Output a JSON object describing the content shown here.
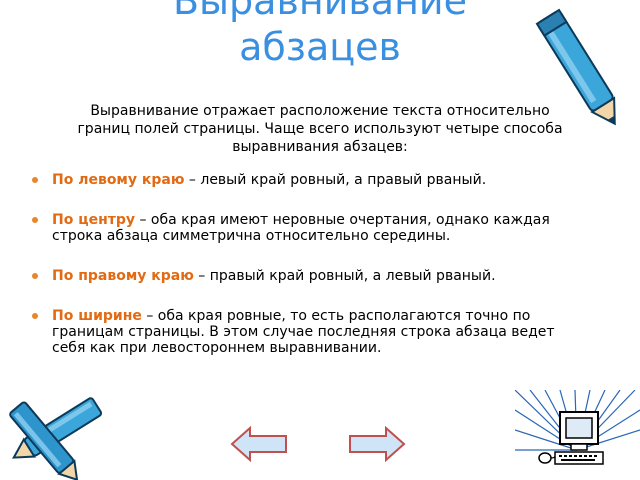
{
  "slide": {
    "title": "Выравнивание абзацев",
    "intro": "Выравнивание отражает расположение текста относительно границ полей страницы. Чаще всего используют четыре способа выравнивания абзацев:",
    "items": [
      {
        "term": "По левому краю",
        "text": " – левый край ровный, а правый рваный."
      },
      {
        "term": "По центру",
        "text": " – оба края имеют неровные очертания, однако каждая строка абзаца симметрична относительно середины."
      },
      {
        "term": "По правому краю",
        "text": " – правый край ровный, а левый рваный."
      },
      {
        "term": "По ширине",
        "text": " – оба края ровные, то есть располагаются точно по границам страницы. В этом случае последняя строка абзаца ведет себя как при левостороннем выравнивании."
      }
    ]
  },
  "navigation": {
    "prev_icon": "arrow-left-icon",
    "next_icon": "arrow-right-icon"
  },
  "decorations": {
    "top_pencil": "pencil-icon",
    "bottom_pencils": "pencils-icon",
    "computer": "computer-icon"
  },
  "colors": {
    "title": "#3a8fe0",
    "term": "#e26a12",
    "bullet": "#e8872a",
    "pencil": "#3aa6d9",
    "arrow_fill": "#cfe4f7",
    "arrow_stroke": "#c0504d"
  }
}
